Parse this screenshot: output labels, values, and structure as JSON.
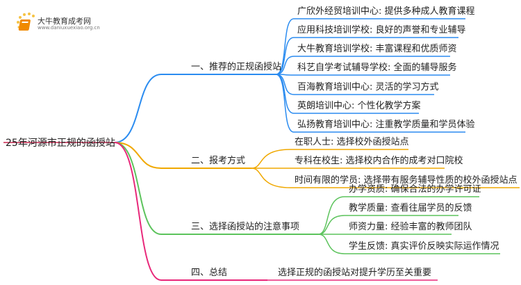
{
  "logo": {
    "title": "大牛教育成考网",
    "url": "www.daniuxuexiao.org.cn"
  },
  "root": "25年河源市正规的函授站",
  "colors": {
    "b1": "#2b8cf0",
    "b2": "#f0a800",
    "b3": "#5cc35c",
    "b4": "#e8287a",
    "root": "#c8264e"
  },
  "branches": [
    {
      "label": "一、推荐的正规函授站",
      "children": [
        "广欣外经贸培训中心: 提供多种成人教育课程",
        "应用科技培训学校: 良好的声誉和专业辅导",
        "大牛教育培训学校: 丰富课程和优质师资",
        "科艺自学考试辅导学校: 全面的辅导服务",
        "百海教育培训中心: 灵活的学习方式",
        "英朗培训中心: 个性化教学方案",
        "弘扬教育培训中心: 注重教学质量和学员体验"
      ]
    },
    {
      "label": "二、报考方式",
      "children": [
        "在职人士: 选择校外函授站点",
        "专科在校生: 选择校内合作的成考对口院校",
        "时间有限的学员: 选择带有服务辅导性质的校外函授站点"
      ]
    },
    {
      "label": "三、选择函授站的注意事项",
      "children": [
        "办学资质: 确保合法的办学许可证",
        "教学质量: 查看往届学员的反馈",
        "师资力量: 经验丰富的教师团队",
        "学生反馈: 真实评价反映实际运作情况"
      ]
    },
    {
      "label": "四、总结",
      "children": [
        "选择正规的函授站对提升学历至关重要"
      ]
    }
  ]
}
